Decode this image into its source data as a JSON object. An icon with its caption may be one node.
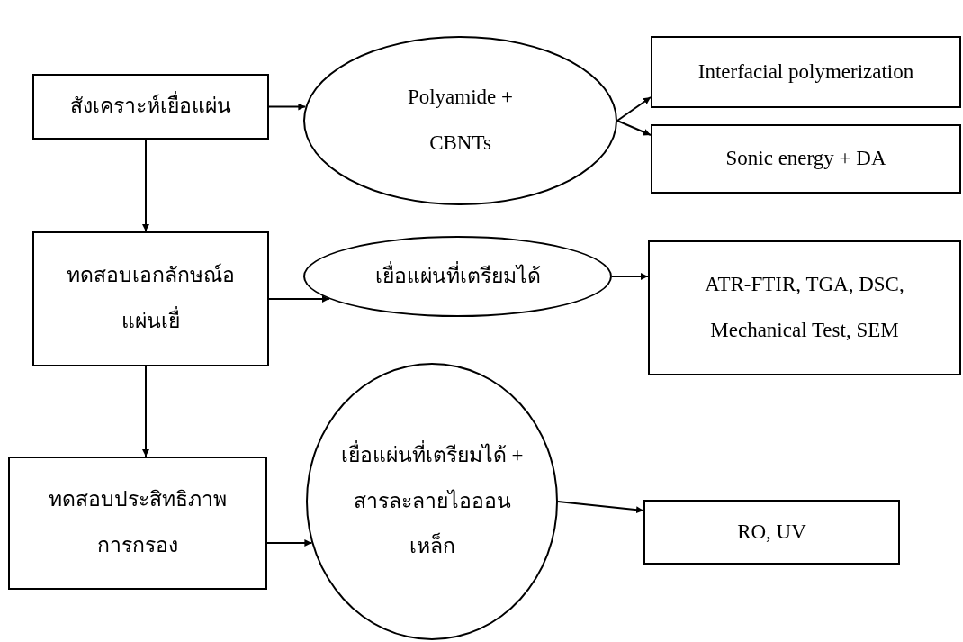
{
  "diagram": {
    "nodes": [
      {
        "text": [
          "สังเคราะห์เยื่อแผ่น"
        ]
      },
      {
        "text": [
          "Polyamide + CBNTs"
        ]
      },
      {
        "text": [
          "Interfacial polymerization"
        ]
      },
      {
        "text": [
          "Sonic energy + DA"
        ]
      },
      {
        "text": [
          "ทดสอบเอกลักษณ์อแผ่นเยื่"
        ]
      },
      {
        "text": [
          "เยื่อแผ่นที่เตรียมได้"
        ]
      },
      {
        "text": [
          "ATR-FTIR, TGA, DSC, Mechanical Test, SEM"
        ]
      },
      {
        "text": [
          "ทดสอบประสิทธิภาพการกรอง"
        ]
      },
      {
        "text": [
          "เยื่อแผ่นที่เตรียมได้ + สารละลายไอออนเหล็ก"
        ]
      },
      {
        "text": [
          "RO, UV"
        ]
      }
    ],
    "edges": [
      {
        "from": 0,
        "to": 1,
        "arrow": "to"
      },
      {
        "from": 1,
        "to": 2,
        "arrow": "to"
      },
      {
        "from": 1,
        "to": 3,
        "arrow": "to"
      },
      {
        "from": 0,
        "to": 4,
        "arrow": "to"
      },
      {
        "from": 4,
        "to": 5,
        "arrow": "to"
      },
      {
        "from": 5,
        "to": 6,
        "arrow": "to"
      },
      {
        "from": 4,
        "to": 7,
        "arrow": "to"
      },
      {
        "from": 7,
        "to": 8,
        "arrow": "to"
      },
      {
        "from": 8,
        "to": 9,
        "arrow": "to"
      }
    ]
  }
}
